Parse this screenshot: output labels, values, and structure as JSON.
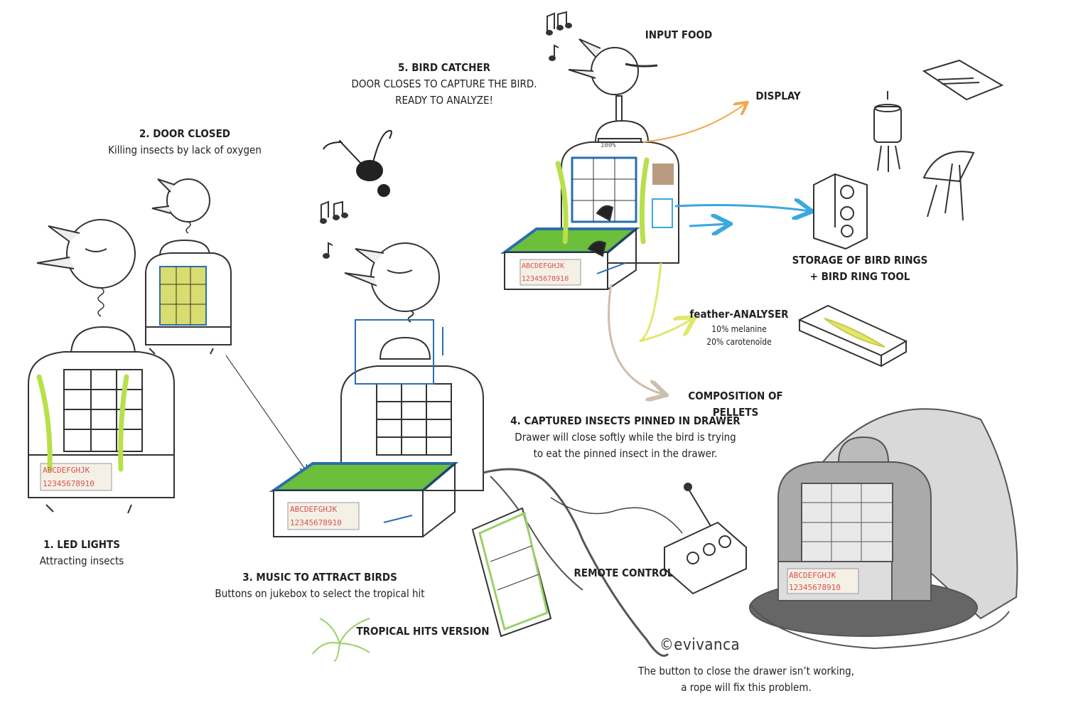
{
  "steps": {
    "s1": {
      "title": "1. LED LIGHTS",
      "text": "Attracting insects"
    },
    "s2": {
      "title": "2. DOOR CLOSED",
      "text": "Killing insects by lack of oxygen"
    },
    "s3": {
      "title": "3. MUSIC TO ATTRACT BIRDS",
      "text": "Buttons on jukebox to select the tropical hit"
    },
    "s4": {
      "title": "4. CAPTURED INSECTS PINNED IN DRAWER",
      "line1": "Drawer will close softly while the bird is trying",
      "line2": "to eat the pinned insect in the drawer."
    },
    "s5": {
      "title": "5. BIRD CATCHER",
      "line1": "DOOR CLOSES TO CAPTURE THE BIRD.",
      "line2": "READY TO ANALYZE!"
    }
  },
  "labels": {
    "input_food": "INPUT FOOD",
    "display": "DISPLAY",
    "storage_line1": "STORAGE OF BIRD RINGS",
    "storage_line2": "+ BIRD RING TOOL",
    "analyser_title": "feather-ANALYSER",
    "analyser_line1": "10% melanine",
    "analyser_line2": "20% carotenoïde",
    "pellets": "COMPOSITION OF PELLETS",
    "remote": "REMOTE CONTROL",
    "tropical": "TROPICAL HITS VERSION",
    "note_line1": "The button to close the drawer isn’t working,",
    "note_line2": "a rope will fix this problem.",
    "copyright": "©evivanca",
    "display_readout": "100%"
  },
  "keypad": {
    "letters": "ABCDEFGHJK",
    "numbers": "12345678910"
  },
  "colors": {
    "led_green": "#b8e04a",
    "drawer_green": "#6cbf3a",
    "blue": "#2a6fb0",
    "arrow_orange": "#f2a64a",
    "arrow_blue": "#3aa8dc",
    "arrow_yellow": "#dfe86a",
    "arrow_beige": "#cdbfae",
    "keypad_red": "#d9534f",
    "shadow_grey": "#c8c8c8"
  }
}
